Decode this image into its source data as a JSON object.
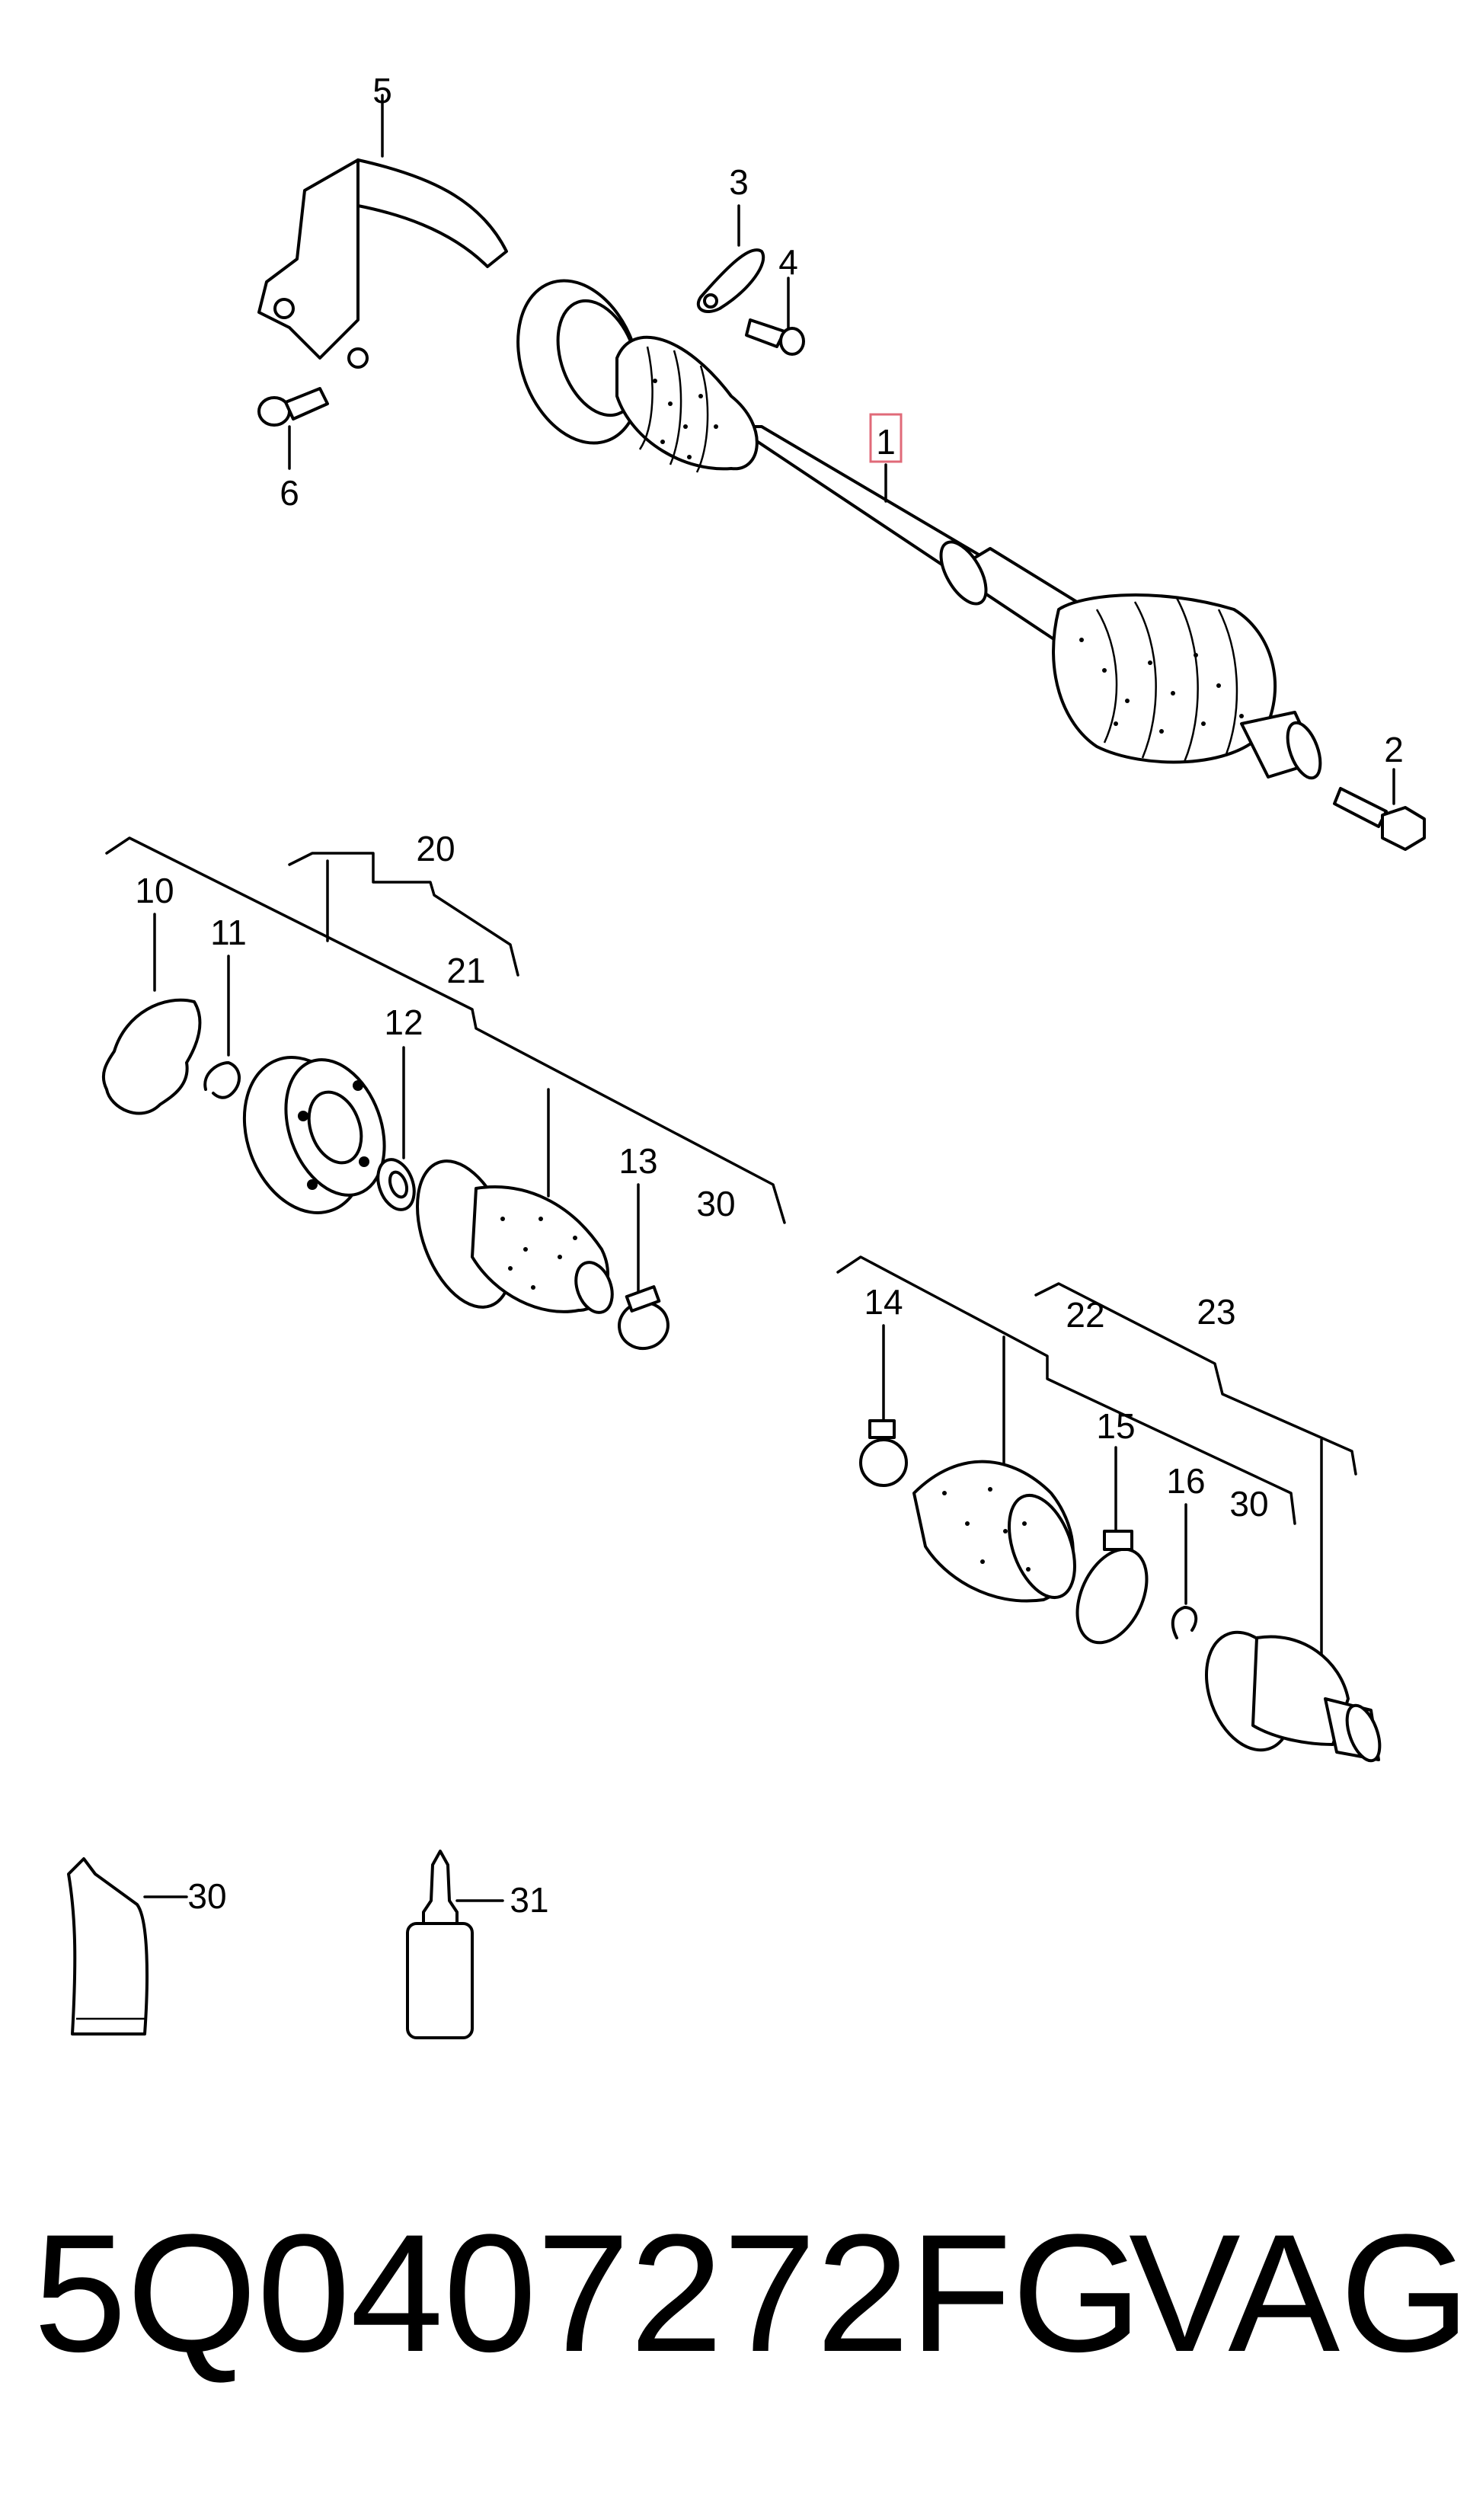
{
  "diagram": {
    "callouts": {
      "c1": "1",
      "c2": "2",
      "c3": "3",
      "c4": "4",
      "c5": "5",
      "c6": "6",
      "c10": "10",
      "c11": "11",
      "c12": "12",
      "c13": "13",
      "c14": "14",
      "c15": "15",
      "c16": "16",
      "c20": "20",
      "c21": "21",
      "c22": "22",
      "c23": "23",
      "c30a": "30",
      "c30b": "30",
      "c30c": "30",
      "c31": "31"
    }
  },
  "footer": {
    "part_number": "5Q0407272FG",
    "brand": "VAG"
  }
}
